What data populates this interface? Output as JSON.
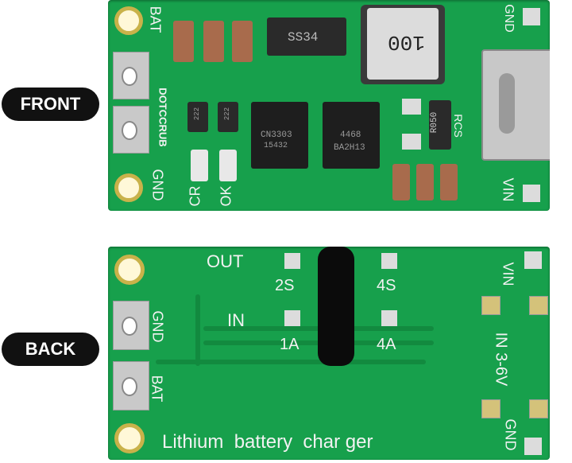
{
  "labels": {
    "front": "FRONT",
    "back": "BACK"
  },
  "front": {
    "silk_bat": "BAT",
    "silk_gnd_left": "GND",
    "silk_dotcrub": "DOTCCRUB",
    "silk_cr": "CR",
    "silk_ok": "OK",
    "silk_gnd_right": "GND",
    "silk_vin": "VIN",
    "silk_rcs": "RCS",
    "diode_text": "SS34",
    "inductor_text": "100",
    "chip1_line1": "CN3303",
    "chip1_line2": "15432",
    "chip2_line1": "4468",
    "chip2_line2": "BA2H13",
    "resistor_text": "R050",
    "small_res_1": "222",
    "small_res_2": "222"
  },
  "back": {
    "out_label": "OUT",
    "in_label": "IN",
    "opt_2s": "2S",
    "opt_4s": "4S",
    "opt_1a": "1A",
    "opt_4a": "4A",
    "silk_gnd": "GND",
    "silk_bat": "BAT",
    "silk_vin": "VIN",
    "silk_in_range": "IN 3-6V",
    "silk_gnd_right": "GND",
    "footer": "Lithium  battery  char ger"
  },
  "colors": {
    "pcb_green": "#17a04c",
    "silkscreen": "#f2f2f2",
    "pill_bg": "#111111"
  }
}
